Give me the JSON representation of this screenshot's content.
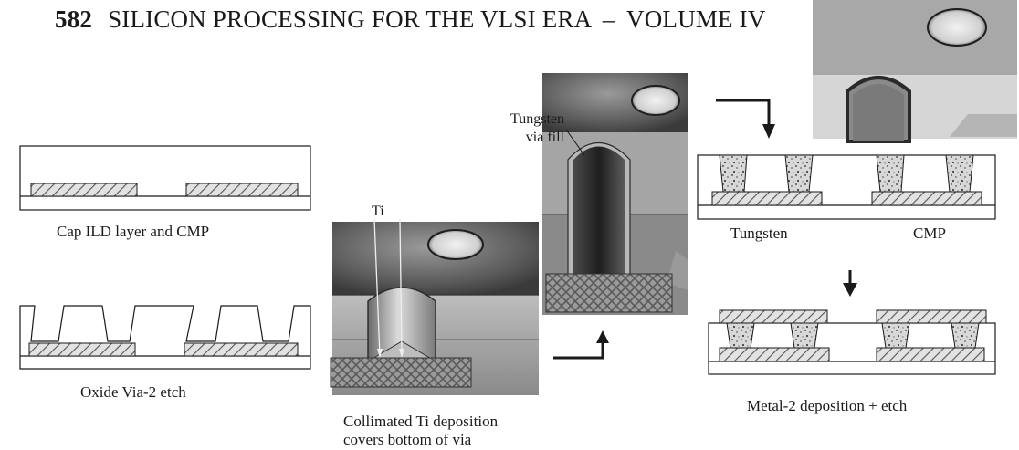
{
  "page_header": {
    "page_number": "582",
    "title": "SILICON PROCESSING FOR THE VLSI ERA",
    "separator": "–",
    "volume": "VOLUME IV"
  },
  "steps": {
    "cap_ild": {
      "caption": "Cap ILD layer and CMP"
    },
    "oxide_via_etch": {
      "caption": "Oxide Via-2 etch"
    },
    "ti_deposition": {
      "label": "Ti",
      "caption_line1": "Collimated Ti deposition",
      "caption_line2": "covers bottom of via"
    },
    "tungsten_fill": {
      "label_line1": "Tungsten",
      "label_line2": "via fill"
    },
    "tungsten_cmp": {
      "caption_left": "Tungsten",
      "caption_right": "CMP"
    },
    "metal2": {
      "caption": "Metal-2 deposition + etch"
    }
  },
  "colors": {
    "ink": "#1a1a1a",
    "hatch": "#555555",
    "photo_dark": "#3a3a3a",
    "photo_mid": "#8a8a8a",
    "photo_light": "#c9c9c9"
  }
}
